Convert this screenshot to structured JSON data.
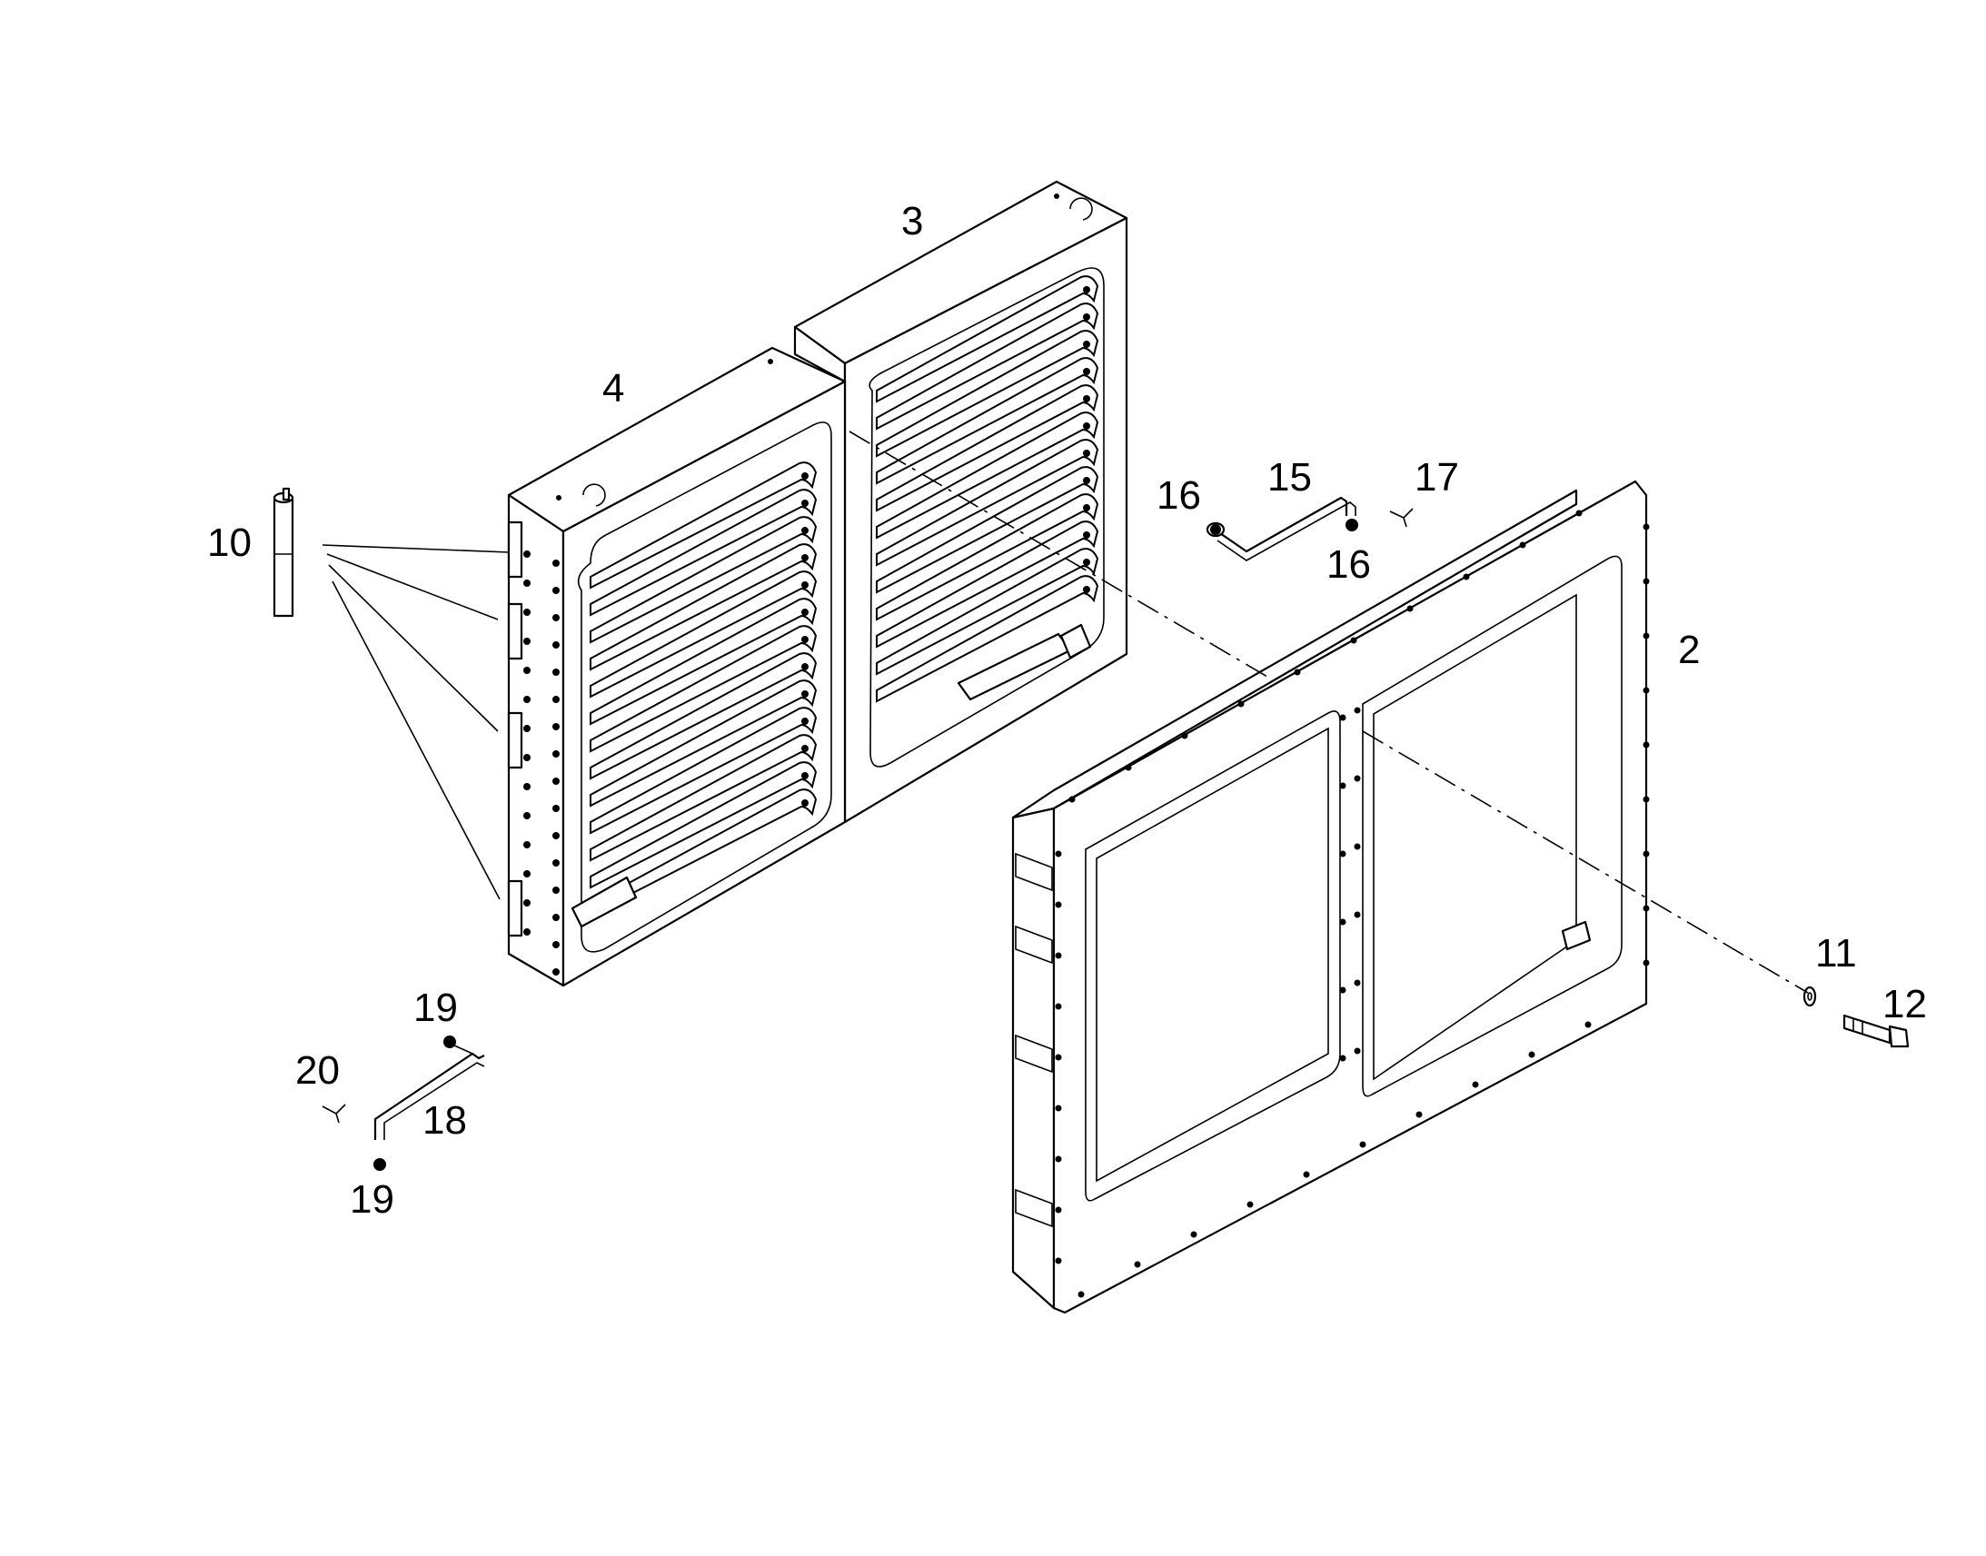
{
  "callouts": {
    "c2": "2",
    "c3": "3",
    "c4": "4",
    "c10": "10",
    "c11": "11",
    "c12": "12",
    "c15": "15",
    "c16a": "16",
    "c16b": "16",
    "c17": "17",
    "c18": "18",
    "c19a": "19",
    "c19b": "19",
    "c20": "20"
  },
  "colors": {
    "line": "#000000",
    "background": "#ffffff"
  }
}
